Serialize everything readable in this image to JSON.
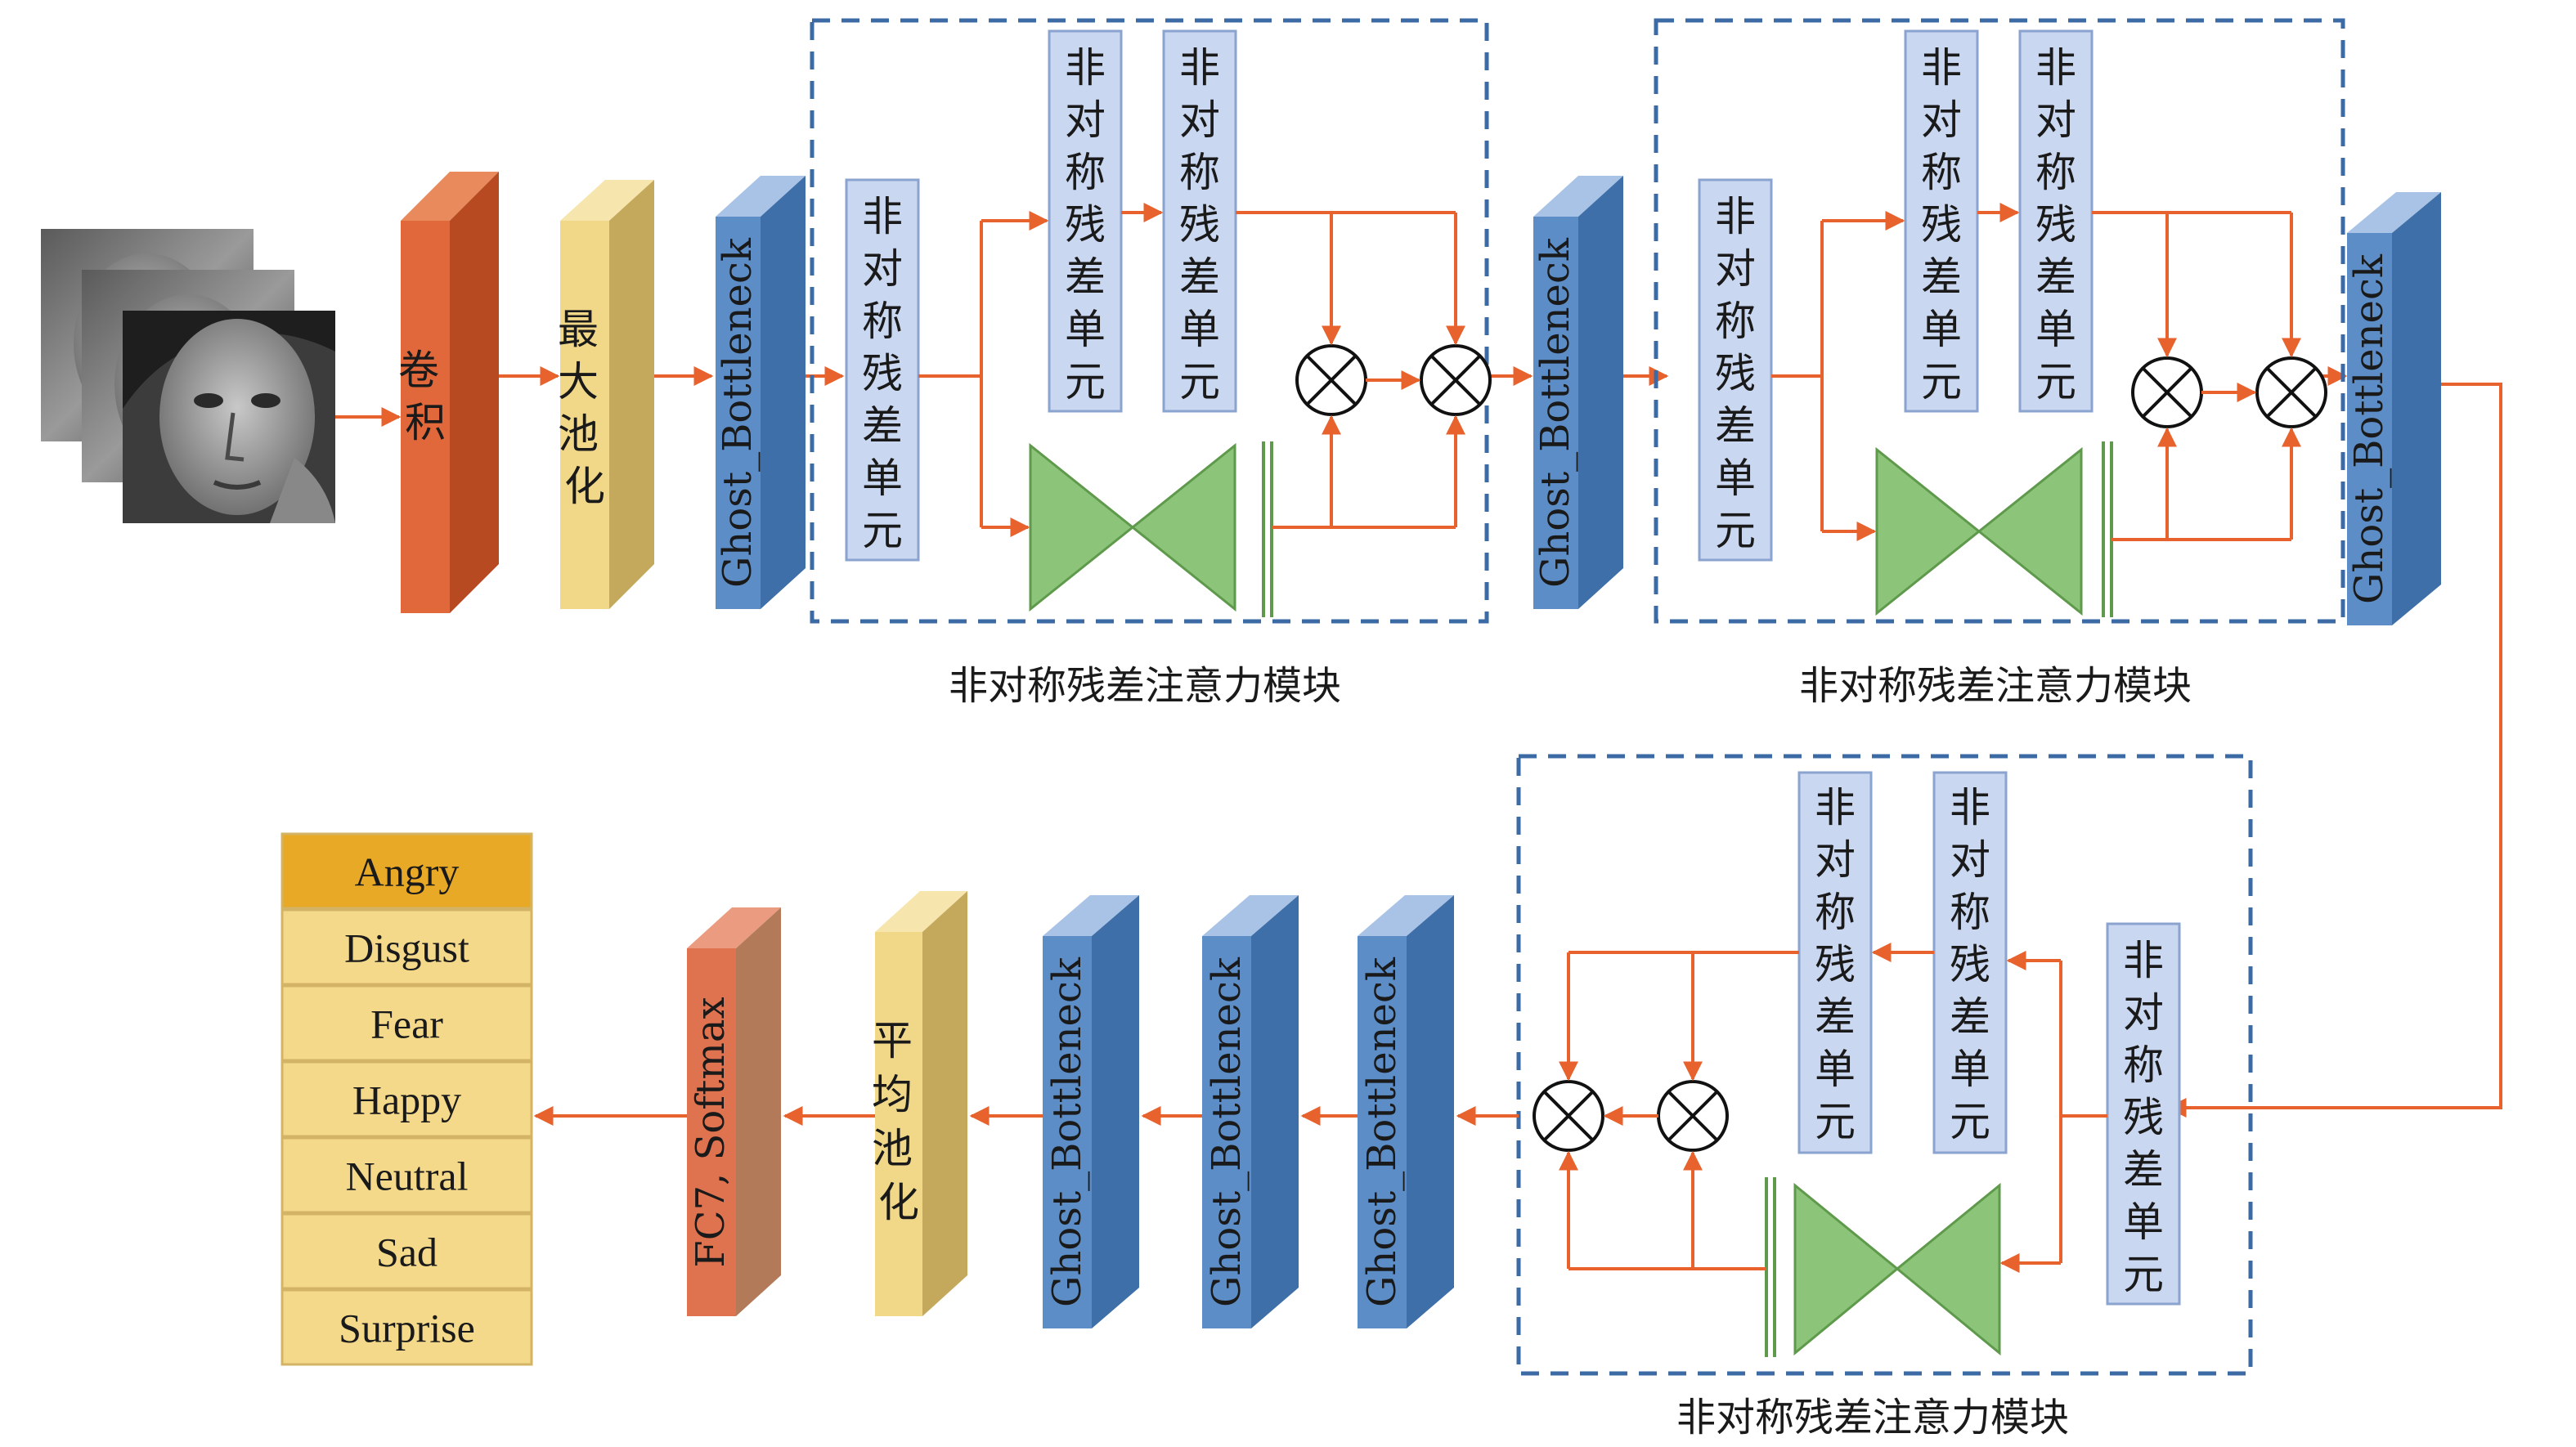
{
  "blocks": {
    "conv": "卷积",
    "maxpool": "最大池化",
    "ghost": "Ghost_Bottleneck",
    "asym_unit": "非对称残差单元",
    "avgpool": "平均池化",
    "fc": "FC7, Softmax"
  },
  "module_label": "非对称残差注意力模块",
  "classes": [
    "Angry",
    "Disgust",
    "Fear",
    "Happy",
    "Neutral",
    "Sad",
    "Surprise"
  ],
  "colors": {
    "arrow": "#e8622e",
    "conv_front": "#e0683a",
    "conv_side": "#b84a22",
    "pool_front": "#f1d889",
    "pool_side": "#c4a95c",
    "ghost_front": "#5c8dc6",
    "ghost_side": "#3e6fa8",
    "ghost_top": "#a9c3e6",
    "unit_fill": "#c9d7f0",
    "unit_stroke": "#8aa3cf",
    "bowtie": "#8cc47a",
    "dashed_box": "#3b6aa5",
    "class_fill": "#f4d98a",
    "class_top_fill": "#e8a927"
  },
  "icons": {
    "multiply": "circle-times-icon",
    "bowtie": "encoder-decoder-bowtie-icon",
    "face": "face-photo-icon"
  }
}
